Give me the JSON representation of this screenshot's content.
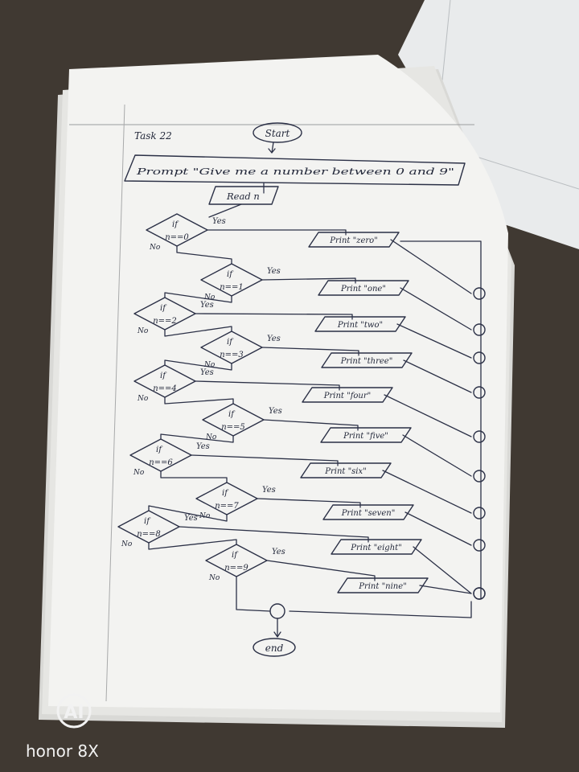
{
  "title": "Task 22",
  "start": "Start",
  "prompt": "Prompt \"Give me a number between 0 and 9\"",
  "read": "Read n",
  "decisions": [
    {
      "if": "if",
      "cond": "n==0",
      "yes": "Yes",
      "no": "No"
    },
    {
      "if": "if",
      "cond": "n==1",
      "yes": "Yes",
      "no": "No"
    },
    {
      "if": "if",
      "cond": "n==2",
      "yes": "Yes",
      "no": "No"
    },
    {
      "if": "if",
      "cond": "n==3",
      "yes": "Yes",
      "no": "No"
    },
    {
      "if": "if",
      "cond": "n==4",
      "yes": "Yes",
      "no": "No"
    },
    {
      "if": "if",
      "cond": "n==5",
      "yes": "Yes",
      "no": "No"
    },
    {
      "if": "if",
      "cond": "n==6",
      "yes": "Yes",
      "no": "No"
    },
    {
      "if": "if",
      "cond": "n==7",
      "yes": "Yes",
      "no": "No"
    },
    {
      "if": "if",
      "cond": "n==8",
      "yes": "Yes",
      "no": "No"
    },
    {
      "if": "if",
      "cond": "n==9",
      "yes": "Yes",
      "no": "No"
    }
  ],
  "prints": [
    "Print \"zero\"",
    "Print \"one\"",
    "Print \"two\"",
    "Print \"three\"",
    "Print \"four\"",
    "Print \"five\"",
    "Print \"six\"",
    "Print \"seven\"",
    "Print \"eight\"",
    "Print \"nine\""
  ],
  "end": "end",
  "watermark": {
    "logo": "AI",
    "brand": "honor 8X"
  },
  "colors": {
    "ink": "#2b3046",
    "paper": "#f3f3f1",
    "table": "#3b352f"
  }
}
